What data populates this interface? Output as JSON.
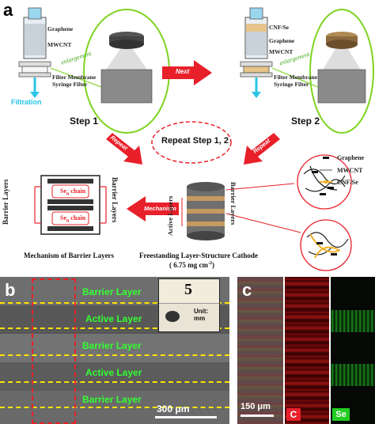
{
  "panel_a": {
    "letter": "a",
    "step1": {
      "label": "Step 1",
      "graphene": "Graphene",
      "mwcnt": "MWCNT",
      "filter_membrane": "Filter Membrane",
      "syringe_filter": "Syringe Filter",
      "filtration": "Filtration",
      "enlargement": "enlargement"
    },
    "next": "Next",
    "step2": {
      "label": "Step 2",
      "cnf_se": "CNF/Se",
      "graphene": "Graphene",
      "mwcnt": "MWCNT",
      "filter_membrane": "Filter Membrane",
      "syringe_filter": "Syringe Filter",
      "enlargement": "enlargement"
    },
    "repeat_left": "Repeat",
    "repeat_right": "Repeat",
    "repeat_center": "Repeat Step 1, 2",
    "mechanism_arrow": "Mechanism",
    "barrier_left": "Barrier Layers",
    "barrier_right": "Barrier Layers",
    "chain1": "Se",
    "chain1_sub": "n",
    "chain1_tail": " chain",
    "chain2": "Se",
    "chain2_sub": "n",
    "chain2_tail": " chain",
    "active_layers": "Active Layers",
    "barrier_layers_right": "Barrier Layers",
    "legend": {
      "graphene": "Graphene",
      "mwcnt": "MWCNT",
      "cnf_se": "CNF/Se"
    },
    "caption_mechanism": "Mechanism of Barrier Layers",
    "caption_cathode": "Freestanding Layer-Structure  Cathode",
    "caption_loading": "( 6.75 mg cm",
    "caption_loading_sup": "-2",
    "caption_loading_end": ")"
  },
  "panel_b": {
    "letter": "b",
    "layers": [
      "Barrier Layer",
      "Active Layer",
      "Barrier Layer",
      "Active Layer",
      "Barrier Layer"
    ],
    "inset_number": "5",
    "inset_unit": "Unit:\nmm",
    "inset_unit1": "Unit:",
    "inset_unit2": "mm",
    "scale": "300 μm"
  },
  "panel_c": {
    "letter": "c",
    "scale": "150 μm",
    "map_c": "C",
    "map_se": "Se"
  },
  "colors": {
    "arrow_red": "#e8202a",
    "green_circle": "#7ed321",
    "layer_green": "#33ff33",
    "dash_yellow": "#ffe400",
    "filtration_cyan": "#29c5e6"
  }
}
